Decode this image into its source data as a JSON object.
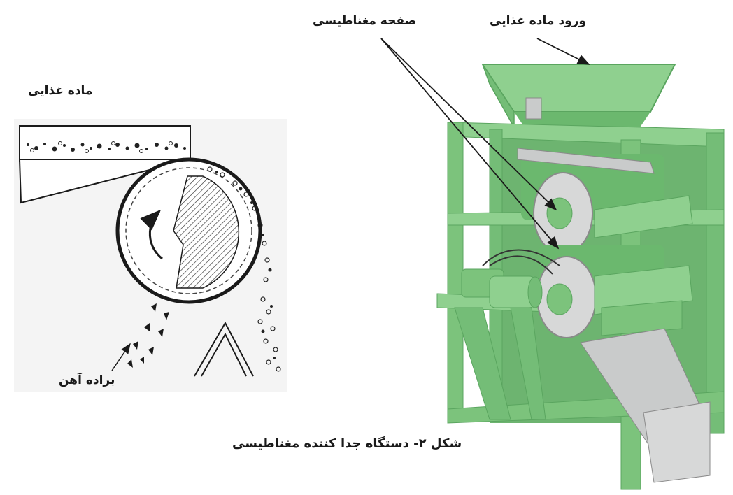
{
  "figure": {
    "labels": {
      "food_material": "ماده غذایی",
      "iron_filings": "براده آهن",
      "magnetic_plate": "صفحه مغناطیسی",
      "food_inlet": "ورود ماده غذایی"
    },
    "caption": "شکل ۲- دستگاه جدا کننده مغناطیسی"
  },
  "colors": {
    "machine_green": "#7cc37c",
    "machine_dark": "#5aa55f",
    "metal": "#c9cbcb",
    "ink": "#1a1a1a"
  }
}
